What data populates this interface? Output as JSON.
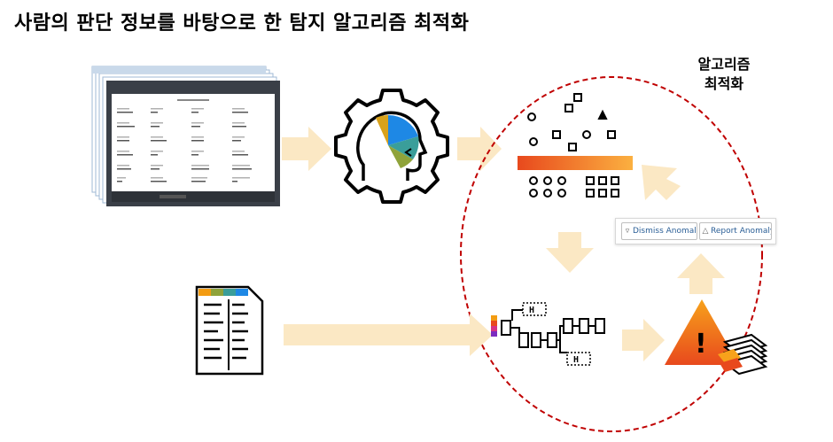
{
  "title": "사람의 판단 정보를 바탕으로 한 탐지 알고리즘 최적화",
  "optimization_label_line1": "알고리즘",
  "optimization_label_line2": "최적화",
  "buttons": {
    "dismiss": "Dismiss Anomaly",
    "report": "Report Anomaly",
    "dismiss_icon": "thumbs-down-icon",
    "report_icon": "bell-icon"
  },
  "colors": {
    "arrow_fill": "#fbe8c4",
    "orange": "#f39c12",
    "red_orange": "#e8491d",
    "dashed_circle": "#c00000",
    "teal": "#3a9e9a",
    "blue": "#1e88e5"
  }
}
